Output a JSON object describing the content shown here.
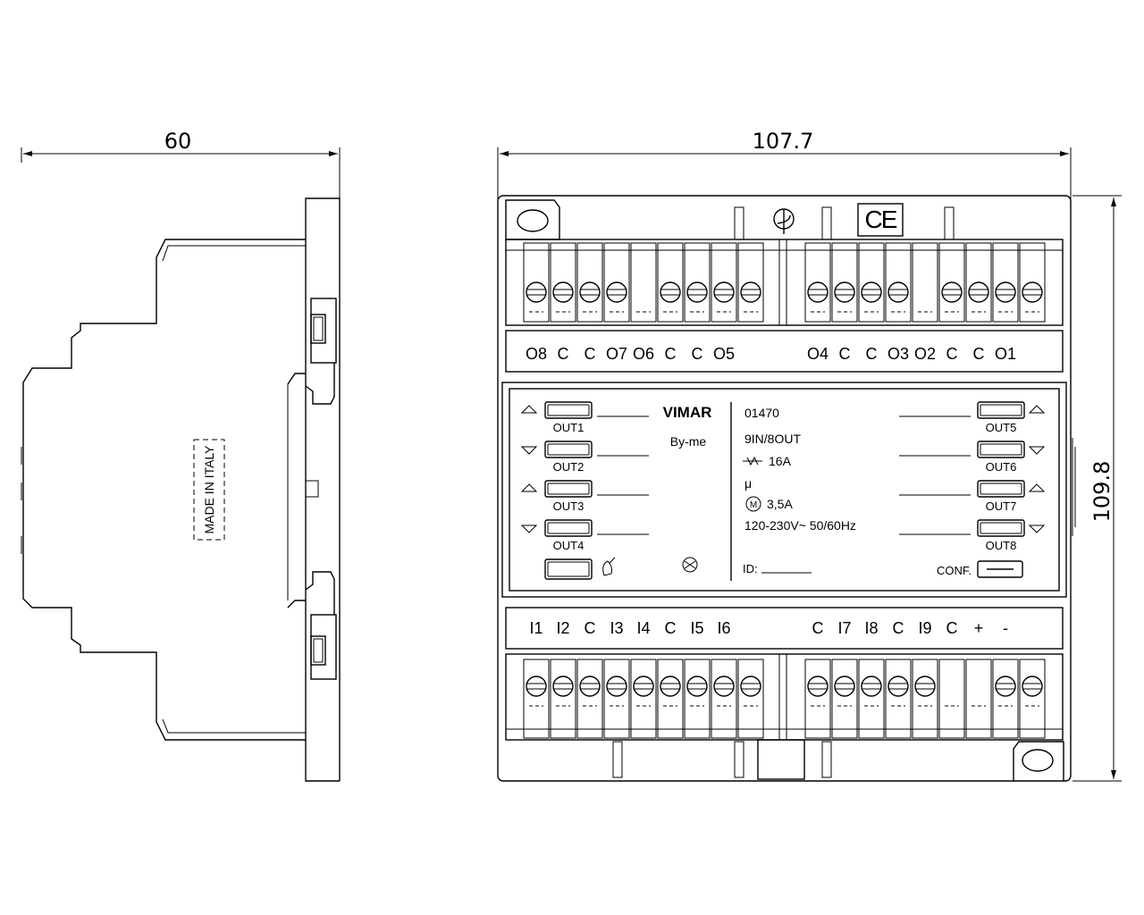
{
  "dimensions": {
    "side_width": "60",
    "front_width": "107.7",
    "front_height": "109.8"
  },
  "side_view": {
    "made_in": "MADE IN ITALY"
  },
  "top_terminals": [
    "O8",
    "C",
    "C",
    "O7",
    "O6",
    "C",
    "C",
    "O5",
    "O4",
    "C",
    "C",
    "O3",
    "O2",
    "C",
    "C",
    "O1"
  ],
  "bottom_terminals": [
    "I1",
    "I2",
    "C",
    "I3",
    "I4",
    "C",
    "I5",
    "I6",
    "C",
    "I7",
    "I8",
    "C",
    "I9",
    "C",
    "+",
    "-"
  ],
  "panel": {
    "brand": "VIMAR",
    "series": "By-me",
    "code": "01470",
    "io": "9IN/8OUT",
    "resistive": "16A",
    "micro": "μ",
    "motor": "3,5A",
    "motor_symbol": "M",
    "supply": "120-230V~  50/60Hz",
    "id_label": "ID:",
    "conf_label": "CONF.",
    "outputs_left": [
      "OUT1",
      "OUT2",
      "OUT3",
      "OUT4"
    ],
    "outputs_right": [
      "OUT5",
      "OUT6",
      "OUT7",
      "OUT8"
    ]
  },
  "marks": {
    "ce": "CE"
  }
}
